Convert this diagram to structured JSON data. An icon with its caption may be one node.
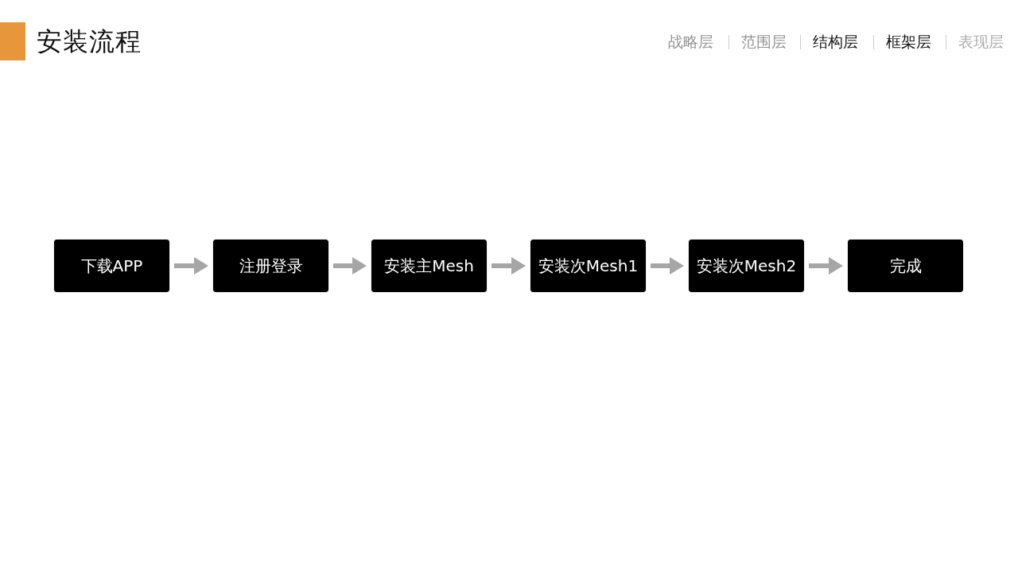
{
  "diagram": {
    "title": "安装流程",
    "nodes": [
      {
        "text": [
          "下载APP"
        ]
      },
      {
        "text": [
          "注册登录"
        ]
      },
      {
        "text": [
          "安装主Mesh"
        ]
      },
      {
        "text": [
          "安装次Mesh1"
        ]
      },
      {
        "text": [
          "安装次Mesh2"
        ]
      },
      {
        "text": [
          "完成"
        ]
      }
    ],
    "edges": [
      {
        "from": 0,
        "to": 1,
        "arrow": "to"
      },
      {
        "from": 1,
        "to": 2,
        "arrow": "to"
      },
      {
        "from": 2,
        "to": 3,
        "arrow": "to"
      },
      {
        "from": 3,
        "to": 4,
        "arrow": "to"
      },
      {
        "from": 4,
        "to": 5,
        "arrow": "to"
      }
    ],
    "labels": [
      "战略层",
      "范围层",
      "结构层",
      "框架层",
      "表现层"
    ]
  }
}
